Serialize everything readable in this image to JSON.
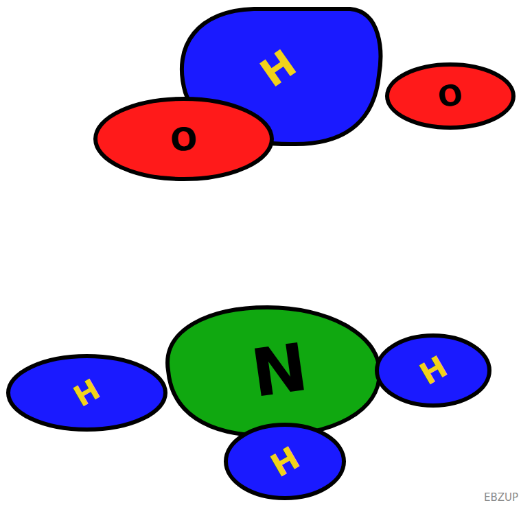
{
  "diagram": {
    "nodes": [
      {
        "text": [
          "H"
        ]
      },
      {
        "text": [
          "O"
        ]
      },
      {
        "text": [
          "O"
        ]
      },
      {
        "text": [
          "N"
        ]
      },
      {
        "text": [
          "H"
        ]
      },
      {
        "text": [
          "H"
        ]
      },
      {
        "text": [
          "H"
        ]
      }
    ],
    "labels": [
      "EBZUP"
    ]
  }
}
